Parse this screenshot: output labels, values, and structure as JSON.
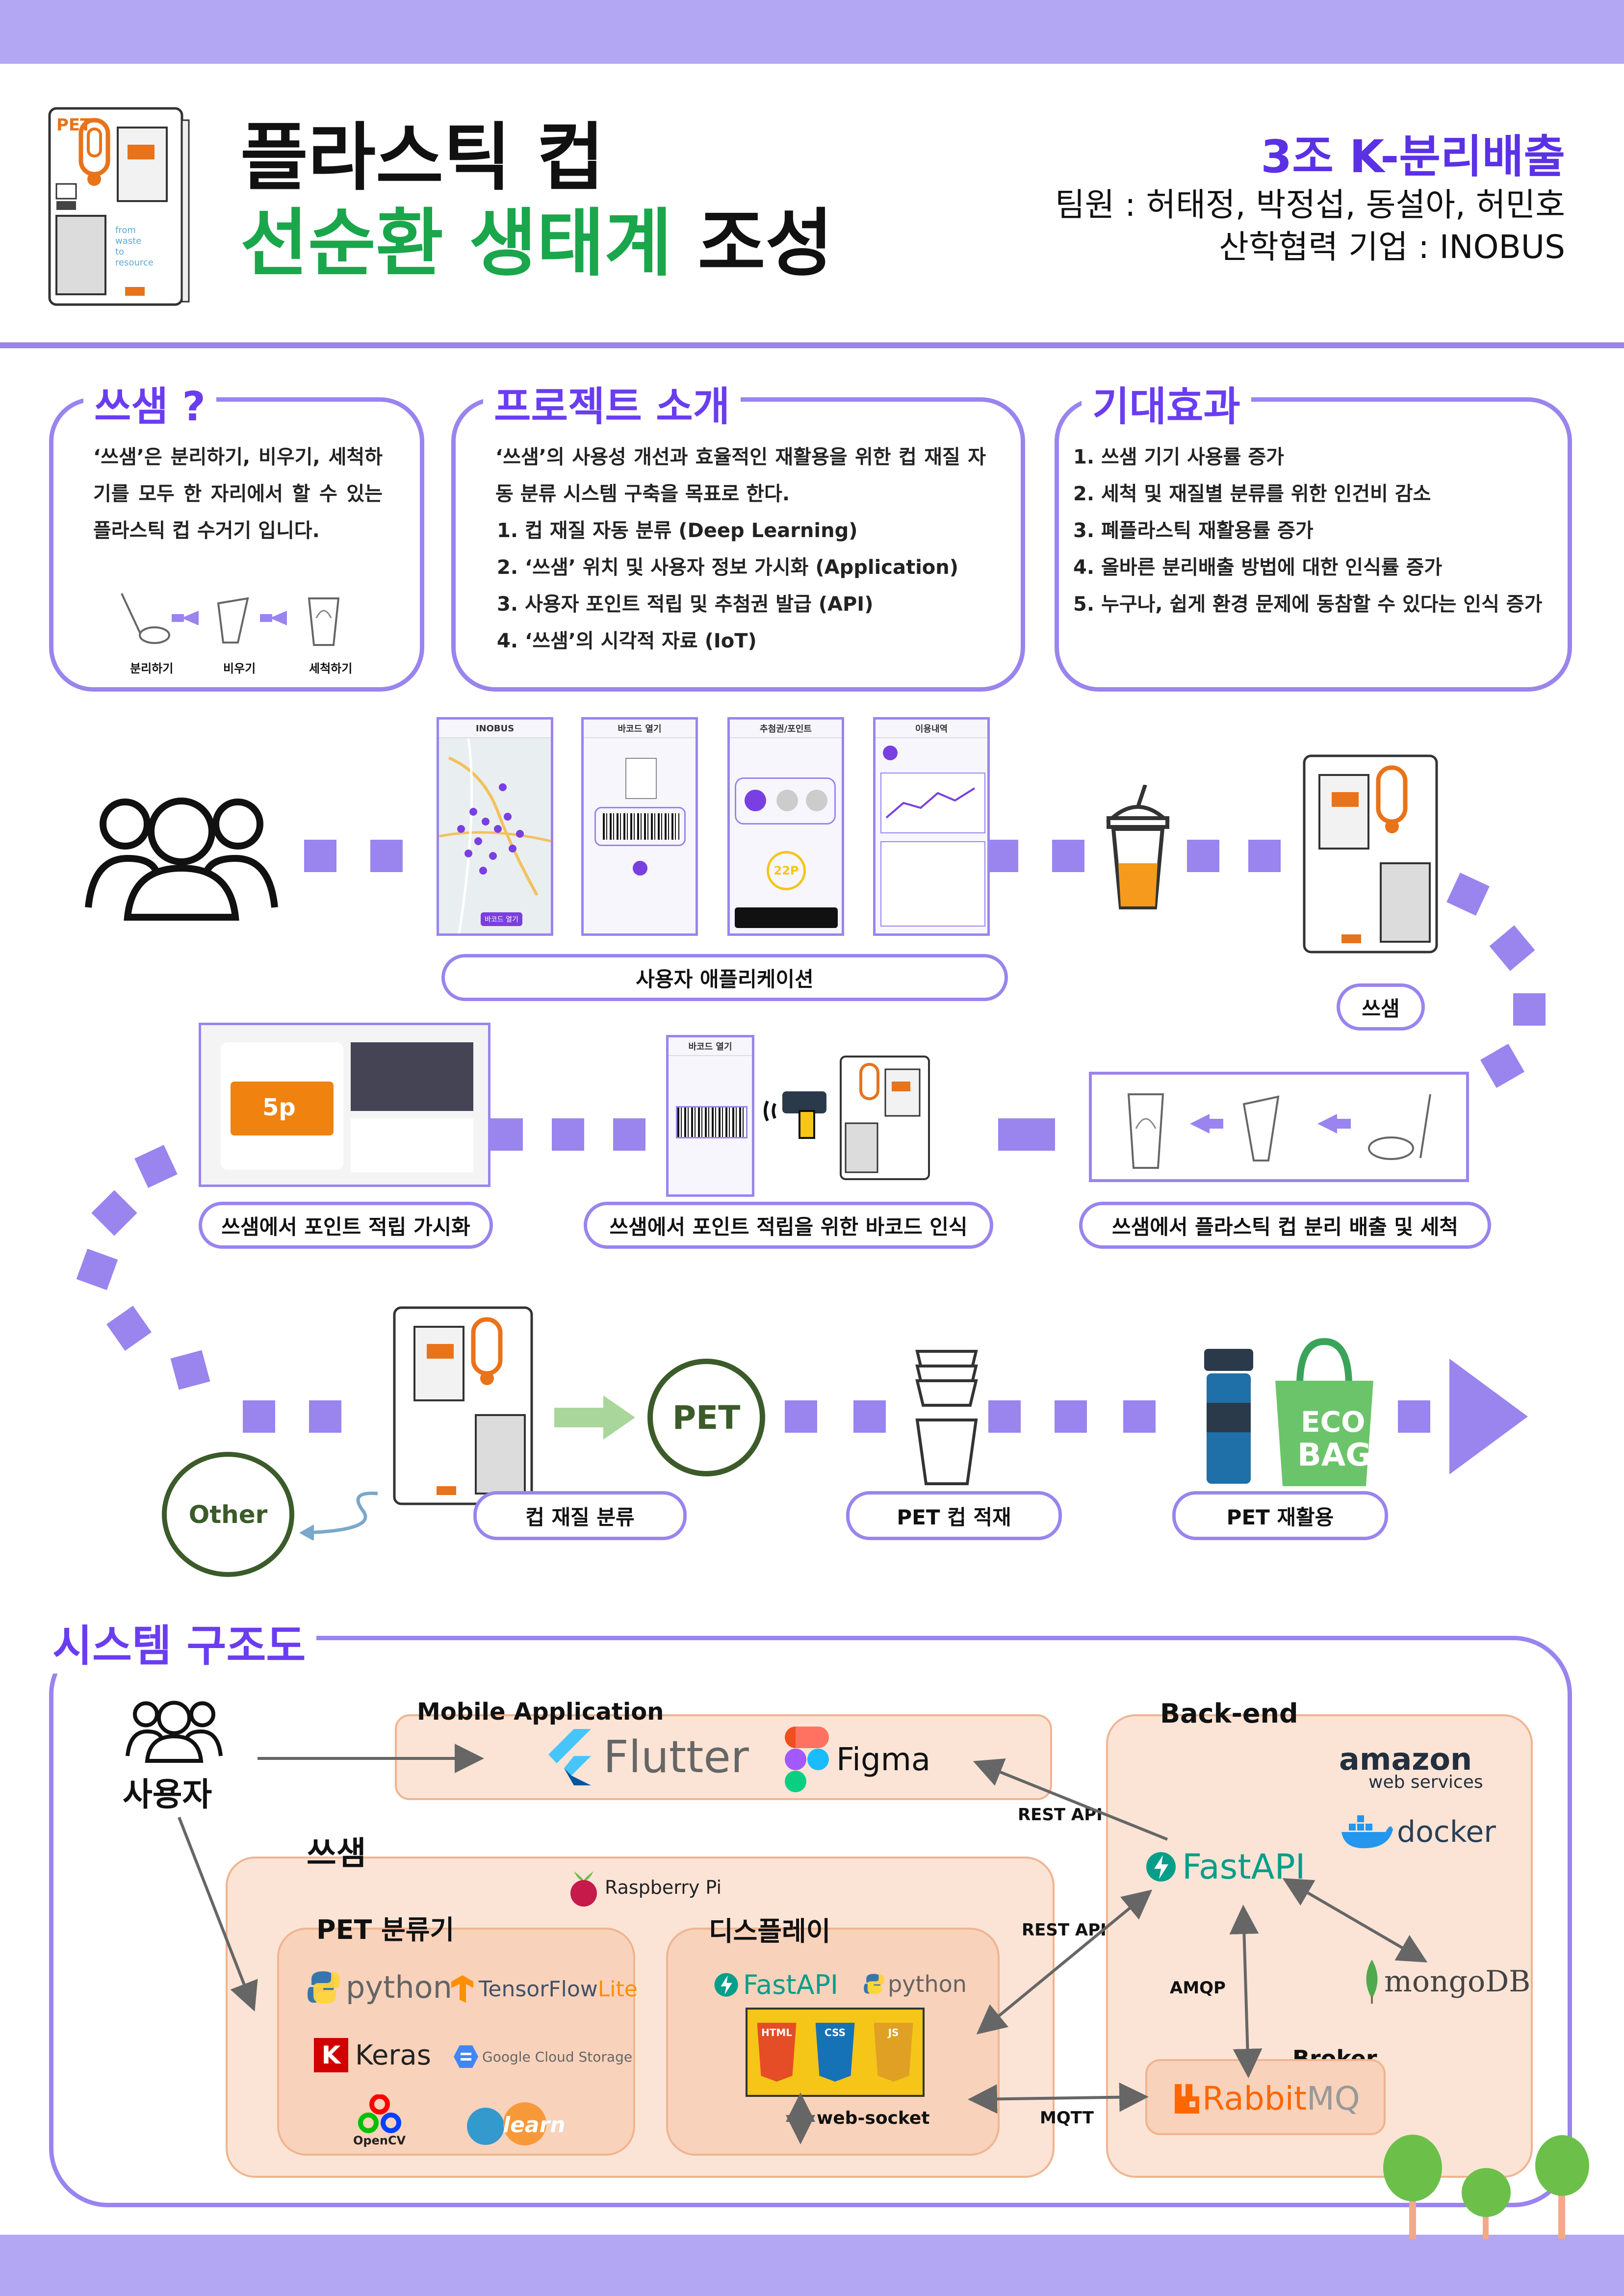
{
  "header": {
    "title_line1": "플라스틱 컵",
    "title_line2_green": "선순환 생태계",
    "title_line2_black": "조성",
    "team": "3조 K-분리배출",
    "members": "팀원 : 허태정, 박정섭, 동설아, 허민호",
    "partner": "산학협력 기업 : INOBUS",
    "machine_label": "PET",
    "machine_text": "from\nwaste\nto\nresource"
  },
  "cards": {
    "about": {
      "title": "쓰샘 ?",
      "body": "‘쓰샘’은 분리하기, 비우기, 세척하기를 모두 한 자리에서 할 수 있는 플라스틱 컵 수거기 입니다.",
      "steps": [
        "분리하기",
        "비우기",
        "세척하기"
      ]
    },
    "project": {
      "title": "프로젝트 소개",
      "intro": "‘쓰샘’의 사용성 개선과 효율적인 재활용을 위한 컵 재질 자동 분류 시스템 구축을 목표로 한다.",
      "items": [
        "컵 재질 자동 분류 (Deep Learning)",
        "‘쓰샘’ 위치 및 사용자 정보 가시화 (Application)",
        "사용자 포인트 적립 및 추첨권 발급 (API)",
        "‘쓰샘’의 시각적 자료 (IoT)"
      ]
    },
    "effects": {
      "title": "기대효과",
      "items": [
        "쓰샘 기기 사용률 증가",
        "세척 및 재질별 분류를 위한 인건비 감소",
        "폐플라스틱 재활용률 증가",
        "올바른 분리배출 방법에 대한 인식률 증가",
        "누구나, 쉽게 환경 문제에 동참할 수 있다는 인식 증가"
      ]
    }
  },
  "flow": {
    "app_label": "사용자 애플리케이션",
    "machine_label": "쓰샘",
    "visualize_label": "쓰샘에서 포인트 적립 가시화",
    "barcode_label": "쓰샘에서 포인트 적립을 위한 바코드 인식",
    "wash_label": "쓰샘에서 플라스틱 컵 분리 배출 및 세척",
    "classify_label": "컵 재질 분류",
    "stack_label": "PET 컵 적재",
    "recycle_label": "PET 재활용",
    "pet_circle": "PET",
    "other_circle": "Other",
    "points_value": "5p",
    "ecobag_text_1": "ECO",
    "ecobag_text_2": "BAG",
    "phones": [
      {
        "title": "INOBUS"
      },
      {
        "title": "바코드 열기"
      },
      {
        "title": "추첨권/포인트"
      },
      {
        "title": "이용내역"
      }
    ],
    "phone_points": "22P",
    "phone_map_button": "바코드 열기"
  },
  "system": {
    "title": "시스템 구조도",
    "user_label": "사용자",
    "mobile_label": "Mobile Application",
    "backend_label": "Back-end",
    "sseusaem_label": "쓰샘",
    "pet_sorter_label": "PET 분류기",
    "display_label": "디스플레이",
    "broker_label": "Broker",
    "rest_api_1": "REST API",
    "rest_api_2": "REST API",
    "amqp": "AMQP",
    "mqtt": "MQTT",
    "websocket": "web-socket",
    "logos": {
      "flutter": "Flutter",
      "figma": "Figma",
      "fastapi": "FastAPI",
      "amazon": "amazon",
      "amazon_sub": "web services",
      "docker": "docker",
      "mongodb": "mongoDB",
      "rabbit": "Rabbit",
      "rabbit_mq": "MQ",
      "raspberry": "Raspberry Pi",
      "python": "python",
      "tensorflow": "TensorFlow",
      "tensorflow_lite": "Lite",
      "keras": "Keras",
      "gcs": "Google Cloud Storage",
      "opencv": "OpenCV",
      "sklearn": "learn",
      "html": "HTML",
      "css": "CSS",
      "js": "JS"
    }
  },
  "colors": {
    "band": "#b3a7f3",
    "purple": "#9a84ee",
    "title_purple": "#6a3df0",
    "green": "#1aa64b",
    "orange": "#e8731a",
    "peach": "#fbe4d6"
  }
}
